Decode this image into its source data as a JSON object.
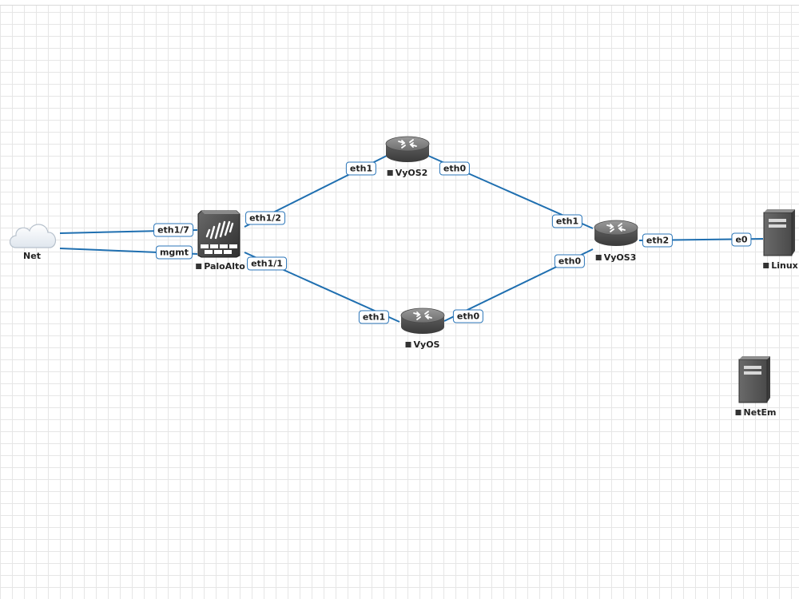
{
  "canvas": {
    "grid_color": "#e6e6e6",
    "link_color": "#1f6fb0"
  },
  "nodes": {
    "net": {
      "label": "Net",
      "icon": "cloud-icon"
    },
    "paloalto": {
      "label": "PaloAlto",
      "icon": "firewall-icon"
    },
    "vyos2": {
      "label": "VyOS2",
      "icon": "router-icon"
    },
    "vyos": {
      "label": "VyOS",
      "icon": "router-icon"
    },
    "vyos3": {
      "label": "VyOS3",
      "icon": "router-icon"
    },
    "linux": {
      "label": "Linux",
      "icon": "server-icon"
    },
    "netem": {
      "label": "NetEm",
      "icon": "server-icon"
    }
  },
  "links": [
    {
      "from": "net",
      "to": "paloalto",
      "to_port": "eth1/7"
    },
    {
      "from": "net",
      "to": "paloalto",
      "to_port": "mgmt"
    },
    {
      "from": "paloalto",
      "from_port": "eth1/2",
      "to": "vyos2",
      "to_port": "eth1"
    },
    {
      "from": "paloalto",
      "from_port": "eth1/1",
      "to": "vyos",
      "to_port": "eth1"
    },
    {
      "from": "vyos2",
      "from_port": "eth0",
      "to": "vyos3",
      "to_port": "eth1"
    },
    {
      "from": "vyos",
      "from_port": "eth0",
      "to": "vyos3",
      "to_port": "eth0"
    },
    {
      "from": "vyos3",
      "from_port": "eth2",
      "to": "linux",
      "to_port": "e0"
    }
  ]
}
